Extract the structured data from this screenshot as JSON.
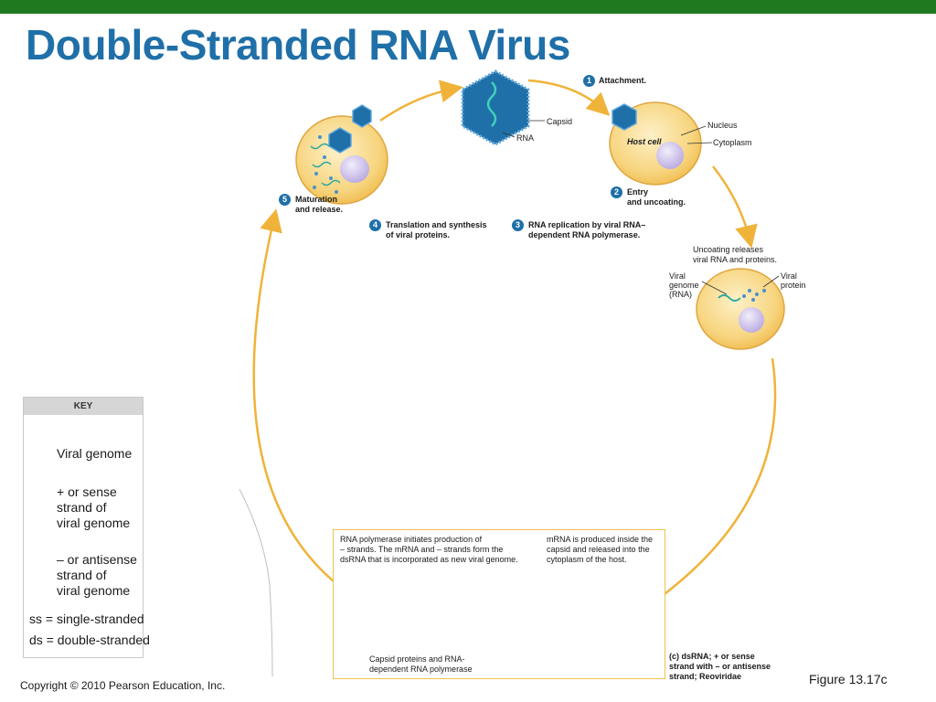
{
  "title": "Double-Stranded RNA Virus",
  "colors": {
    "topbar": "#1f7a1f",
    "title": "#1f6fa8",
    "arrow": "#f0b33a",
    "cell": "#f5cc6a",
    "nucleus": "#c9bce6",
    "virus": "#1f6fa8",
    "rna": "#2aa79b"
  },
  "steps": {
    "s1": {
      "num": "1",
      "text": "Attachment."
    },
    "s2": {
      "num": "2",
      "text1": "Entry",
      "text2": "and uncoating."
    },
    "s3": {
      "num": "3",
      "text1": "RNA replication by viral RNA–",
      "text2": "dependent RNA polymerase."
    },
    "s4": {
      "num": "4",
      "text1": "Translation and synthesis",
      "text2": "of viral proteins."
    },
    "s5": {
      "num": "5",
      "text1": "Maturation",
      "text2": "and release."
    }
  },
  "labels": {
    "capsid": "Capsid",
    "rna": "RNA",
    "nucleus": "Nucleus",
    "host_cell": "Host cell",
    "cytoplasm": "Cytoplasm",
    "uncoating1": "Uncoating releases",
    "uncoating2": "viral RNA and proteins.",
    "viral_genome1": "Viral",
    "viral_genome2": "genome",
    "viral_genome3": "(RNA)",
    "viral_protein1": "Viral",
    "viral_protein2": "protein"
  },
  "panel": {
    "left1": "RNA polymerase initiates production of",
    "left2": "– strands. The mRNA and – strands form the",
    "left3": "dsRNA that is incorporated as new viral genome.",
    "right1": "mRNA is produced inside the",
    "right2": "capsid and released into the",
    "right3": "cytoplasm of the host.",
    "bottom1": "Capsid proteins and RNA-",
    "bottom2": "dependent RNA polymerase"
  },
  "caption": {
    "c1": "(c) dsRNA; + or sense",
    "c2": "strand with – or antisense",
    "c3": "strand; Reoviridae"
  },
  "key": {
    "header": "KEY",
    "viral_genome": "Viral genome",
    "sense1": "+ or sense",
    "sense2": "strand of",
    "sense3": "viral genome",
    "anti1": "– or antisense",
    "anti2": "strand of",
    "anti3": "viral genome",
    "ss": "ss = single-stranded",
    "ds": "ds = double-stranded"
  },
  "footer": {
    "copyright": "Copyright © 2010 Pearson Education, Inc.",
    "figure": "Figure 13.17c"
  }
}
